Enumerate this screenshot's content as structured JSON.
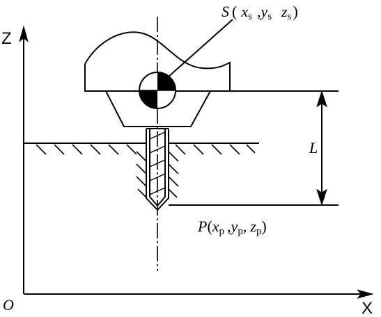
{
  "axes": {
    "z_label": "Z",
    "x_label": "X",
    "origin_label": "O"
  },
  "point_s": {
    "name": "S",
    "open": "(",
    "x": "x",
    "x_sub": "s",
    "sep1": ",",
    "y": "y",
    "y_sub": "s",
    "z": "z",
    "z_sub": "s",
    "close": ")"
  },
  "point_p": {
    "name": "P",
    "open": "(",
    "x": "x",
    "x_sub": "p",
    "sep1": ",",
    "y": "y",
    "y_sub": "p",
    "sep2": ",",
    "z": "z",
    "z_sub": "p",
    "close": ")"
  },
  "dimension": {
    "label": "L"
  }
}
